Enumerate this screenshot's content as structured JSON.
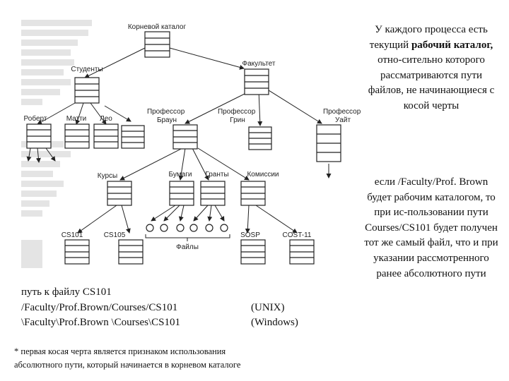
{
  "diagram": {
    "root": "Корневой каталог",
    "students": "Студенты",
    "faculty": "Факультет",
    "robert": "Роберт",
    "matty": "Матти",
    "leo": "Лео",
    "prof_brown": [
      "Профессор",
      "Браун"
    ],
    "prof_green": [
      "Профессор",
      "Грин"
    ],
    "prof_white": [
      "Профессор",
      "Уайт"
    ],
    "courses": "Курсы",
    "papers": "Бумаги",
    "grants": "Гранты",
    "committees": "Комиссии",
    "cs101": "CS101",
    "cs105": "CS105",
    "sosp": "SOSP",
    "cost11": "COST-11",
    "files": "Файлы"
  },
  "sidebar": {
    "p1_before": "У каждого процесса есть текущий ",
    "p1_bold": "рабочий каталог,",
    "p1_after": " отно-сительно которого рассматриваются пути файлов, не начинающиеся с косой черты",
    "p2": "если /Faculty/Prof. Brown будет рабочим каталогом, то при ис-пользовании пути Courses/CS101 будет получен тот же самый файл, что и при указании рассмотренного ранее абсолютного пути"
  },
  "paths": {
    "caption": "путь к файлу CS101",
    "unix_path": "/Faculty/Prof.Brown/Courses/CS101",
    "unix_label": "(UNIX)",
    "windows_path": "\\Faculty\\Prof.Brown \\Courses\\CS101",
    "windows_label": "(Windows)"
  },
  "footnote": {
    "line1": "* первая косая черта является признаком использования",
    "line2": "абсолютного пути, который начинается в корневом каталоге"
  },
  "colors": {
    "ink": "#222222",
    "scan_gray": "#e6e6e6"
  }
}
